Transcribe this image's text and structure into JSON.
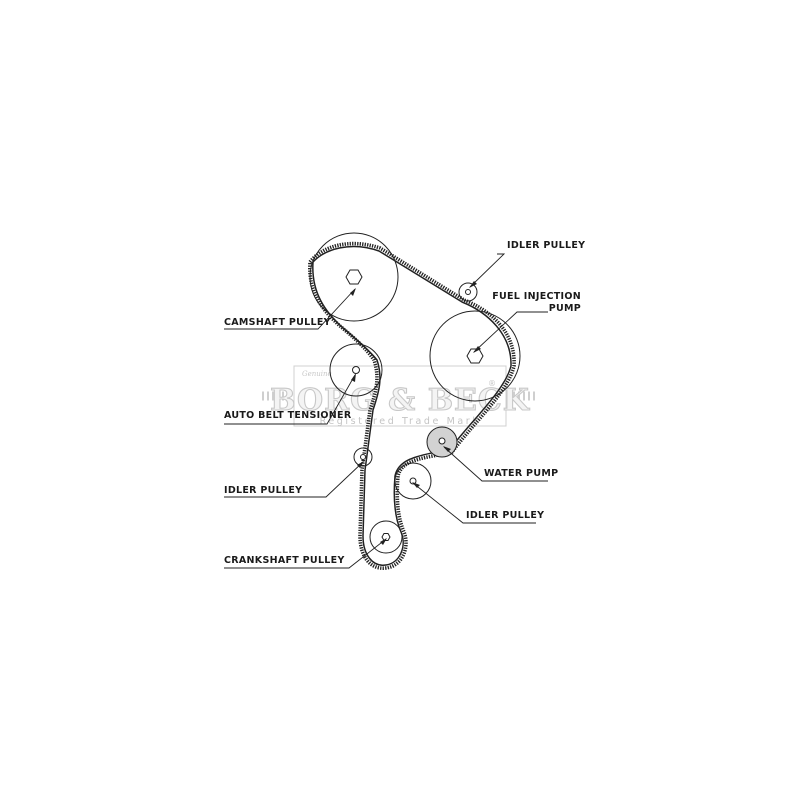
{
  "labels": {
    "idler_pulley_top": "IDLER PULLEY",
    "fuel_injection_pump_line1": "FUEL INJECTION",
    "fuel_injection_pump_line2": "PUMP",
    "camshaft_pulley": "CAMSHAFT PULLEY",
    "auto_belt_tensioner": "AUTO BELT TENSIONER",
    "water_pump": "WATER PUMP",
    "idler_pulley_left": "IDLER PULLEY",
    "idler_pulley_right": "IDLER PULLEY",
    "crankshaft_pulley": "CRANKSHAFT PULLEY"
  },
  "watermark": {
    "brand": "BORG & BECK",
    "script": "Genuine",
    "registered_symbol": "®",
    "tagline": "Registered Trade Mark"
  },
  "colors": {
    "line": "#222222",
    "water_pump_fill": "#d2d2d2",
    "watermark": "#c8c8c8"
  }
}
